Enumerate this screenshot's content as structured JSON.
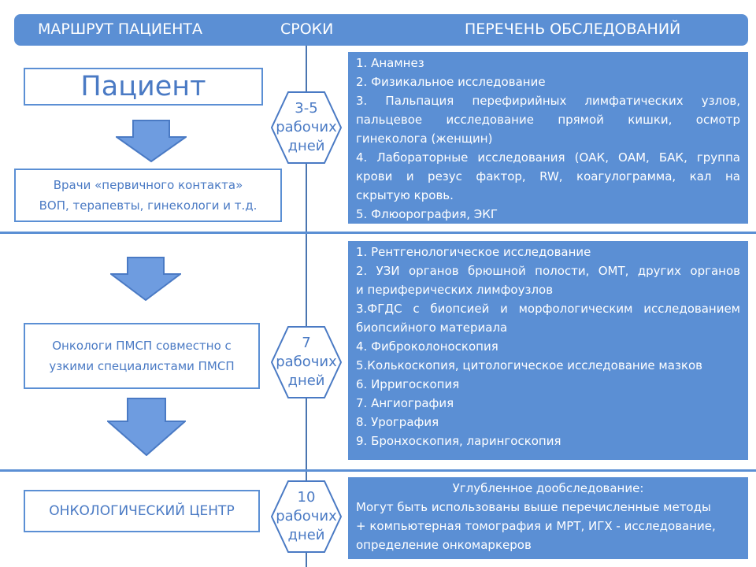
{
  "header": {
    "route": "МАРШРУТ  ПАЦИЕНТА",
    "terms": "СРОКИ",
    "list": "ПЕРЕЧЕНЬ ОБСЛЕДОВАНИЙ"
  },
  "left": {
    "patient": "Пациент",
    "primary_line1": "Врачи «первичного  контакта»",
    "primary_line2": "ВОП, терапевты,  гинекологи и т.д.",
    "oncologists_line1": "Онкологи ПМСП совместно с",
    "oncologists_line2": "узкими специалистами ПМСП",
    "center": "ОНКОЛОГИЧЕСКИЙ  ЦЕНТР"
  },
  "terms": [
    {
      "value": "3-5",
      "unit1": "рабочих",
      "unit2": "дней"
    },
    {
      "value": "7",
      "unit1": "рабочих",
      "unit2": "дней"
    },
    {
      "value": "10",
      "unit1": "рабочих",
      "unit2": "дней"
    }
  ],
  "exams1": [
    "1. Анамнез",
    "2. Физикальное исследование",
    "3. Пальпация перефирийных лимфатических узлов,",
    "пальцевое исследование прямой кишки, осмотр",
    "гинеколога (женщин)",
    "4. Лабораторные исследования (ОАК, ОАМ, БАК, группа",
    "крови и резус фактор, RW, коагулограмма, кал на",
    "скрытую кровь.",
    "5. Флюорография, ЭКГ"
  ],
  "exams2": [
    "1.  Рентгенологическое исследование",
    "2. УЗИ органов брюшной полости, ОМТ, других органов",
    "и периферических лимфоузлов",
    "3.ФГДС с биопсией и морфологическим исследованием",
    "биопсийного материала",
    "4. Фиброколоноскопия",
    "5.Колькоскопия, цитологическое исследование мазков",
    "6. Ирригоскопия",
    "7. Ангиография",
    "8. Урография",
    "9.  Бронхоскопия, ларингоскопия"
  ],
  "exams3": {
    "title": "Углубленное дообследование:",
    "lines": [
      "Могут быть использованы выше перечисленные методы",
      "+ компьютерная томография и МРТ, ИГХ - исследование,",
      "определение онкомаркеров"
    ]
  },
  "colors": {
    "accent": "#5b8fd4",
    "text_blue": "#4a7ac4",
    "arrow_fill": "#6e9ce0"
  }
}
